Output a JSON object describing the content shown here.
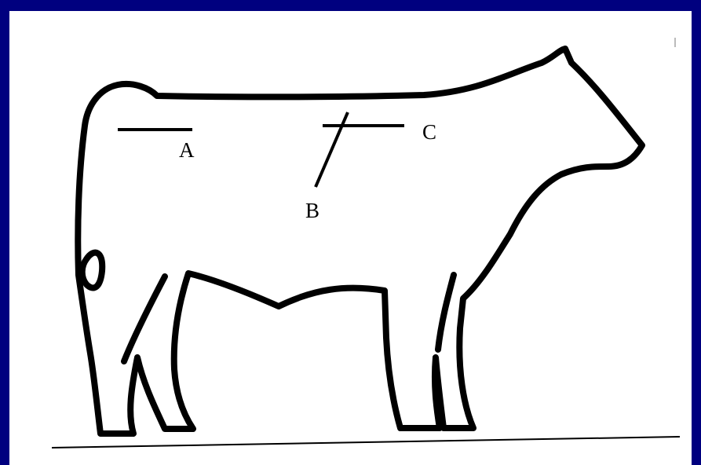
{
  "colors": {
    "border": "#00007f",
    "background": "#ffffff",
    "ink": "#000000"
  },
  "labels": {
    "a": "A",
    "b": "B",
    "c": "C"
  }
}
